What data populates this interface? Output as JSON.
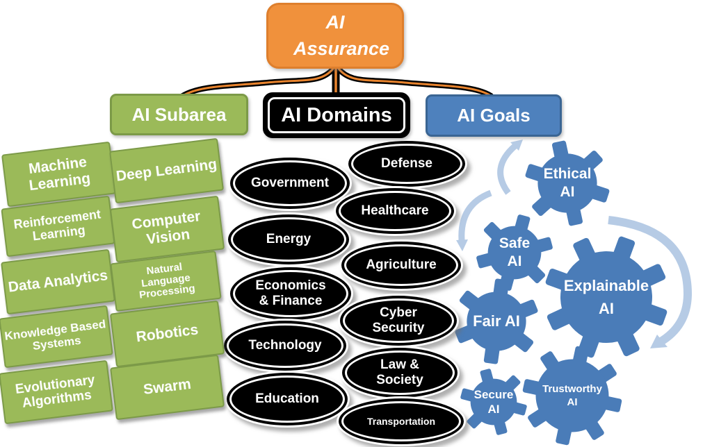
{
  "root": {
    "label": "AI Assurance"
  },
  "branches": {
    "subarea": "AI Subarea",
    "domains": "AI Domains",
    "goals": "AI Goals"
  },
  "subareas": [
    "Machine Learning",
    "Deep Learning",
    "Reinforcement Learning",
    "Computer Vision",
    "Data Analytics",
    "Natural Language Processing",
    "Knowledge Based Systems",
    "Robotics",
    "Evolutionary Algorithms",
    "Swarm"
  ],
  "domains": [
    "Government",
    "Defense",
    "Healthcare",
    "Energy",
    "Agriculture",
    "Economics & Finance",
    "Cyber Security",
    "Technology",
    "Law & Society",
    "Education",
    "Transportation"
  ],
  "goals": [
    {
      "lines": [
        "Ethical",
        "AI"
      ]
    },
    {
      "lines": [
        "Safe",
        "AI"
      ]
    },
    {
      "lines": [
        "Explainable",
        "AI"
      ]
    },
    {
      "lines": [
        "Fair AI"
      ]
    },
    {
      "lines": [
        "Secure",
        "AI"
      ]
    },
    {
      "lines": [
        "Trustworthy",
        "AI"
      ]
    }
  ],
  "colors": {
    "root_orange": "#F0913C",
    "root_orange_border": "#DE7F2D",
    "subarea_green": "#9BBA59",
    "subarea_green_border": "#7C9A48",
    "goals_blue": "#4E81BD",
    "goals_blue_border": "#3A6593",
    "domain_black": "#000000",
    "gear_blue": "#4A7CB8",
    "arrow_light_blue": "#B6CBE5",
    "connector_orange": "#E8832D",
    "text_white": "#FFFFFF"
  }
}
